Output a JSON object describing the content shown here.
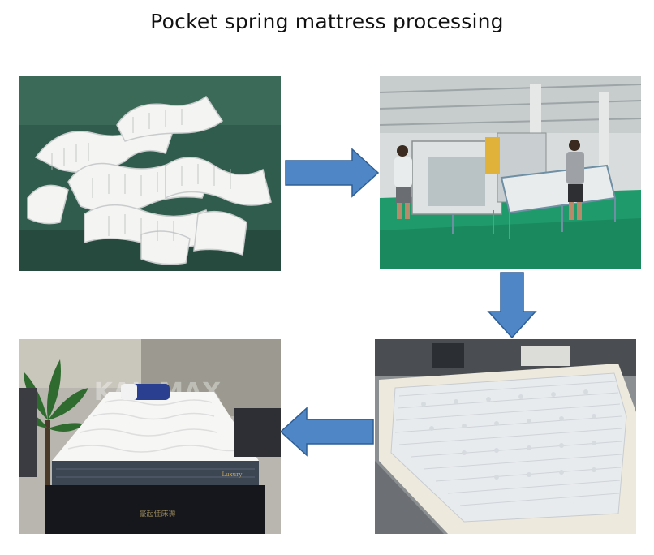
{
  "title": "Pocket spring mattress processing",
  "steps": [
    {
      "photo": "pocket-spring-coils-photo"
    },
    {
      "photo": "spring-assembly-machine-photo"
    },
    {
      "photo": "spring-unit-in-foam-frame-photo"
    },
    {
      "photo": "finished-mattress-photo"
    }
  ],
  "brand": {
    "tag": "Luxury",
    "base_text": "豪起佳床褥",
    "watermark": "KAI··MAX"
  },
  "colors": {
    "arrow_fill": "#4f86c6",
    "arrow_stroke": "#2e5e96",
    "floor_green": "#1f9a6a",
    "foam_white": "#f2f2f0"
  }
}
